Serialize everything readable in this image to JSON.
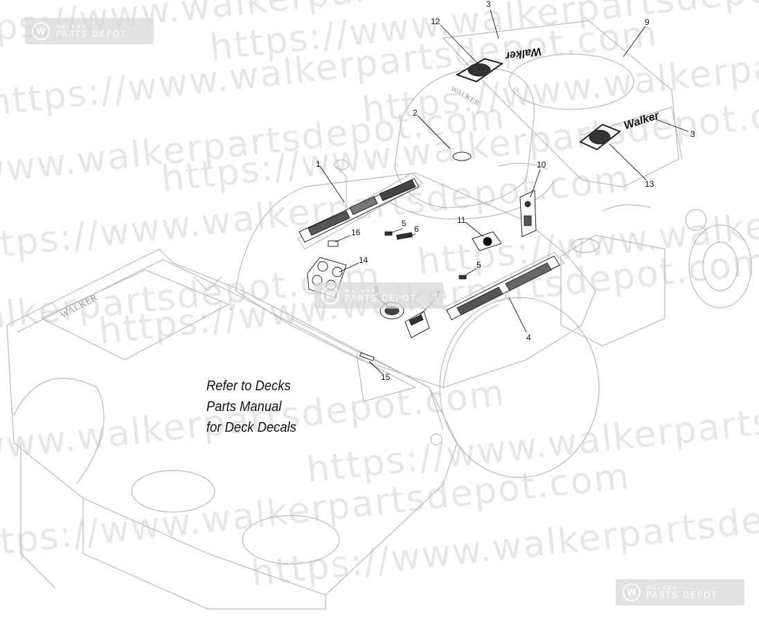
{
  "watermark": {
    "repeat_text": "https://www.walkerpartsdepot.com"
  },
  "logo": {
    "mark": "W",
    "line1": "WALKER",
    "line2": "PARTS DEPOT"
  },
  "callouts": [
    {
      "id": "1",
      "label": "1"
    },
    {
      "id": "2",
      "label": "2"
    },
    {
      "id": "3a",
      "label": "3"
    },
    {
      "id": "3b",
      "label": "3"
    },
    {
      "id": "4",
      "label": "4"
    },
    {
      "id": "5a",
      "label": "5"
    },
    {
      "id": "5b",
      "label": "5"
    },
    {
      "id": "6",
      "label": "6"
    },
    {
      "id": "7",
      "label": "7"
    },
    {
      "id": "8",
      "label": "8"
    },
    {
      "id": "9",
      "label": "9"
    },
    {
      "id": "10",
      "label": "10"
    },
    {
      "id": "11",
      "label": "11"
    },
    {
      "id": "12",
      "label": "12"
    },
    {
      "id": "13",
      "label": "13"
    },
    {
      "id": "14",
      "label": "14"
    },
    {
      "id": "15",
      "label": "15"
    },
    {
      "id": "16",
      "label": "16"
    }
  ],
  "note": {
    "line1": "Refer to Decks",
    "line2": "Parts Manual",
    "line3": "for Deck Decals"
  },
  "decal_text": {
    "hood_brand": "Walker",
    "hood_brand_side": "Walker",
    "body_emboss": "WALKER",
    "deck_emboss": "WALKER"
  }
}
